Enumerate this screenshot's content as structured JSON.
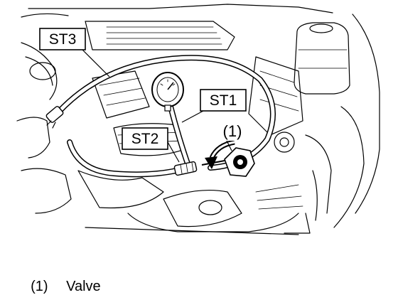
{
  "labels": {
    "st3": "ST3",
    "st1": "ST1",
    "st2": "ST2",
    "marker_1": "(1)"
  },
  "legend": [
    {
      "num": "(1)",
      "text": "Valve"
    }
  ]
}
